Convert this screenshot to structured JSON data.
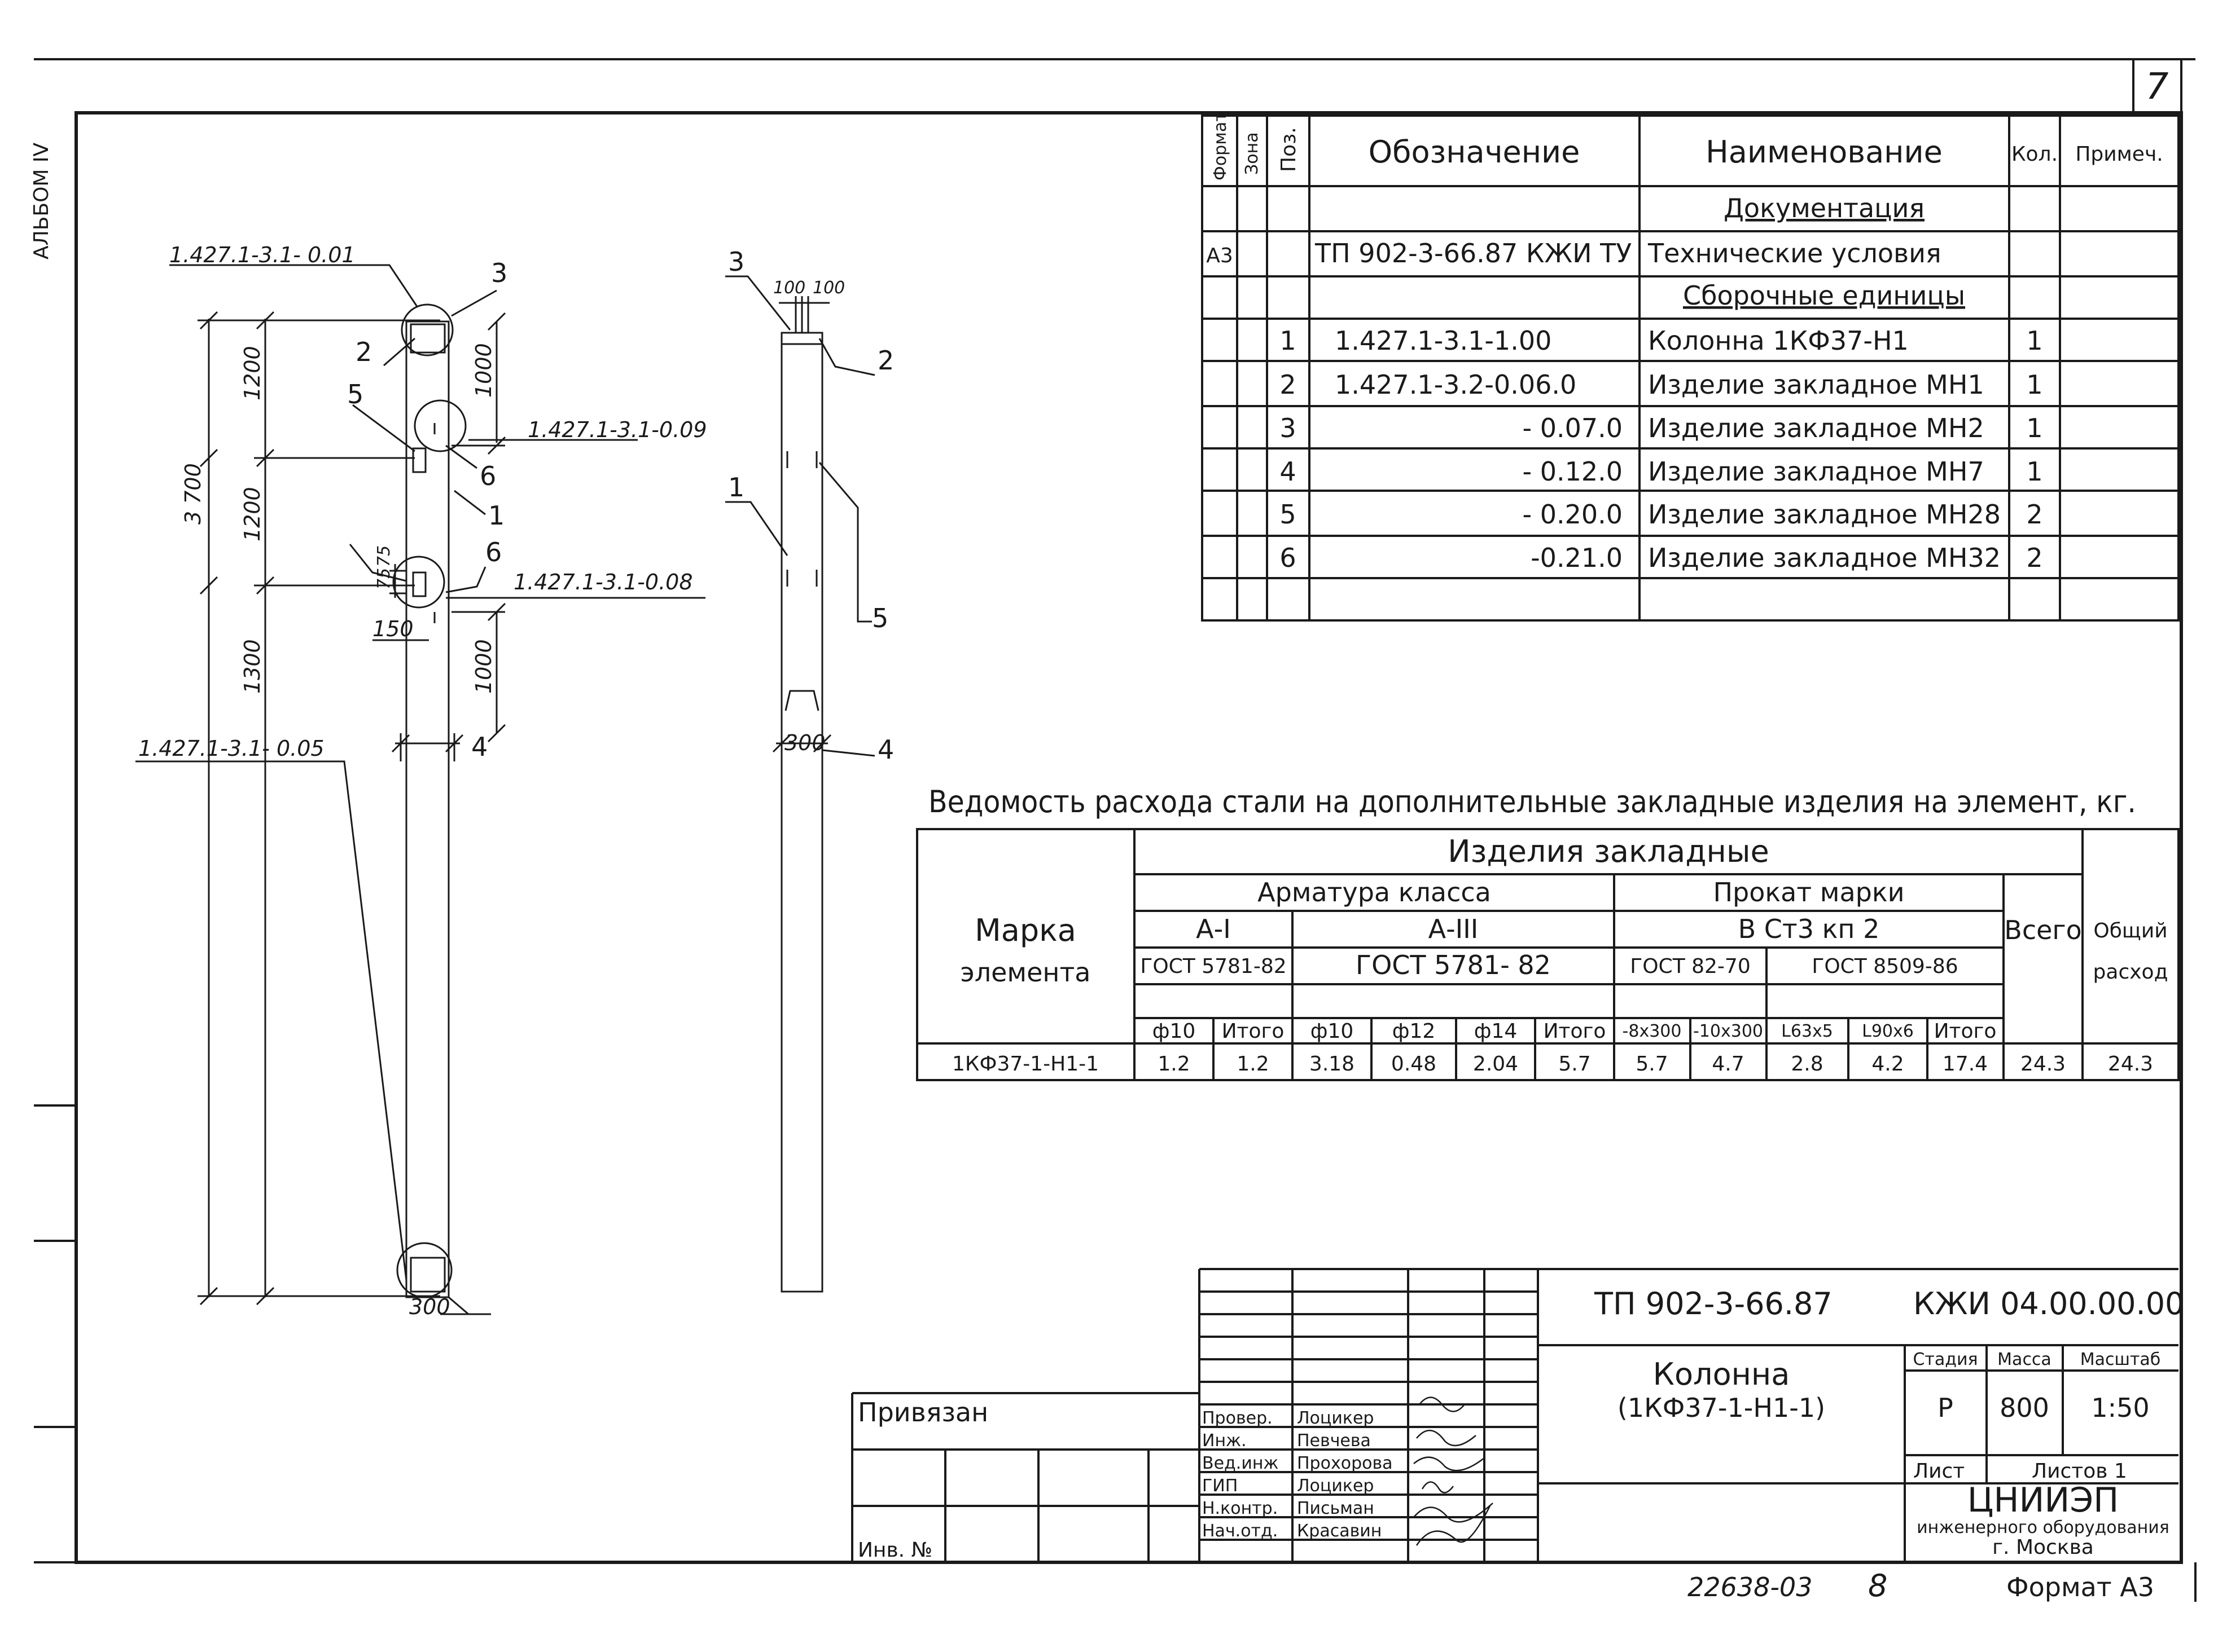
{
  "sheet_number": "7",
  "album_label": "АЛЬБОМ IV",
  "spec_table": {
    "headers": {
      "format": "Формат",
      "zone": "Зона",
      "pos": "Поз.",
      "designation": "Обозначение",
      "name": "Наименование",
      "qty": "Кол.",
      "note": "Примеч."
    },
    "section_docs": "Документация",
    "section_units": "Сборочные единицы",
    "rows": [
      {
        "format": "А3",
        "pos": "",
        "designation": "ТП 902-3-66.87  КЖИ ТУ",
        "name": "Технические условия",
        "qty": ""
      },
      {
        "format": "",
        "pos": "1",
        "designation": "1.427.1-3.1-1.00",
        "name": "Колонна    1КФ37-Н1",
        "qty": "1"
      },
      {
        "format": "",
        "pos": "2",
        "designation": "1.427.1-3.2-0.06.0",
        "name": "Изделие закладное МН1",
        "qty": "1"
      },
      {
        "format": "",
        "pos": "3",
        "designation": "- 0.07.0",
        "name": "Изделие закладное  МН2",
        "qty": "1"
      },
      {
        "format": "",
        "pos": "4",
        "designation": "- 0.12.0",
        "name": "Изделие закладное МН7",
        "qty": "1"
      },
      {
        "format": "",
        "pos": "5",
        "designation": "- 0.20.0",
        "name": "Изделие закладное МН28",
        "qty": "2"
      },
      {
        "format": "",
        "pos": "6",
        "designation": "-0.21.0",
        "name": "Изделие закладное МН32",
        "qty": "2"
      }
    ]
  },
  "front_view": {
    "callouts": [
      "1.427.1-3.1- 0.01",
      "1.427.1-3.1-0.09",
      "1.427.1-3.1-0.08",
      "1.427.1-3.1- 0.05"
    ],
    "dims": {
      "total": "3 700",
      "d1200a": "1200",
      "d1200b": "1200",
      "d1300": "1300",
      "d1000a": "1000",
      "d1000b": "1000",
      "d75a": "75",
      "d75b": "75",
      "d150": "150",
      "d300": "300"
    },
    "labels": [
      "3",
      "2",
      "5",
      "1",
      "6",
      "6",
      "4"
    ]
  },
  "side_view": {
    "dims": {
      "d100a": "100",
      "d100b": "100",
      "d300": "300"
    },
    "labels": [
      "3",
      "2",
      "1",
      "5",
      "4"
    ]
  },
  "steel_table": {
    "title": "Ведомость расхода стали на дополнительные закладные изделия на элемент, кг.",
    "mark_header": "Марка\nэлемента",
    "mark_line1": "Марка",
    "mark_line2": "элемента",
    "group_header": "Изделия     закладные",
    "rebar_class": "Арматура    класса",
    "rolled_mark": "Прокат    марки",
    "class_a1": "А-I",
    "class_a3": "А-III",
    "steel_grade": "В Ст3  кп 2",
    "gost_a1": "ГОСТ 5781-82",
    "gost_a3": "ГОСТ  5781- 82",
    "gost_82": "ГОСТ 82-70",
    "gost_8509": "ГОСТ 8509-86",
    "total_label": "Всего",
    "overall_label_1": "Общий",
    "overall_label_2": "расход",
    "sub_headers": [
      "ф10",
      "Итого",
      "ф10",
      "ф12",
      "ф14",
      "Итого",
      "-8х300",
      "-10х300",
      "L63х5",
      "L90х6",
      "Итого"
    ],
    "row": {
      "mark": "1КФ37-1-Н1-1",
      "values": [
        "1.2",
        "1.2",
        "3.18",
        "0.48",
        "2.04",
        "5.7",
        "5.7",
        "4.7",
        "2.8",
        "4.2",
        "17.4"
      ],
      "total": "24.3",
      "overall": "24.3"
    }
  },
  "title_block": {
    "project_code": "ТП 902-3-66.87",
    "doc_code": "КЖИ 04.00.00.00",
    "object_name_1": "Колонна",
    "object_name_2": "(1КФ37-1-Н1-1)",
    "stage_label": "Стадия",
    "mass_label": "Масса",
    "scale_label": "Масштаб",
    "stage": "Р",
    "mass": "800",
    "scale": "1:50",
    "sheet_label": "Лист",
    "sheets_label": "Листов 1",
    "org_name": "ЦНИИЭП",
    "org_sub": "инженерного оборудования",
    "org_city": "г. Москва",
    "attached_label": "Привязан",
    "inv_label": "Инв. №",
    "signatures": [
      {
        "role": "Провер.",
        "name": "Лоцикер"
      },
      {
        "role": "Инж.",
        "name": "Певчева"
      },
      {
        "role": "Вед.инж",
        "name": "Прохорова"
      },
      {
        "role": "ГИП",
        "name": "Лоцикер"
      },
      {
        "role": "Н.контр.",
        "name": "Письман"
      },
      {
        "role": "Нач.отд.",
        "name": "Красавин"
      }
    ]
  },
  "footer": {
    "archive_number": "22638-03",
    "page_number": "8",
    "format_label": "Формат А3"
  }
}
